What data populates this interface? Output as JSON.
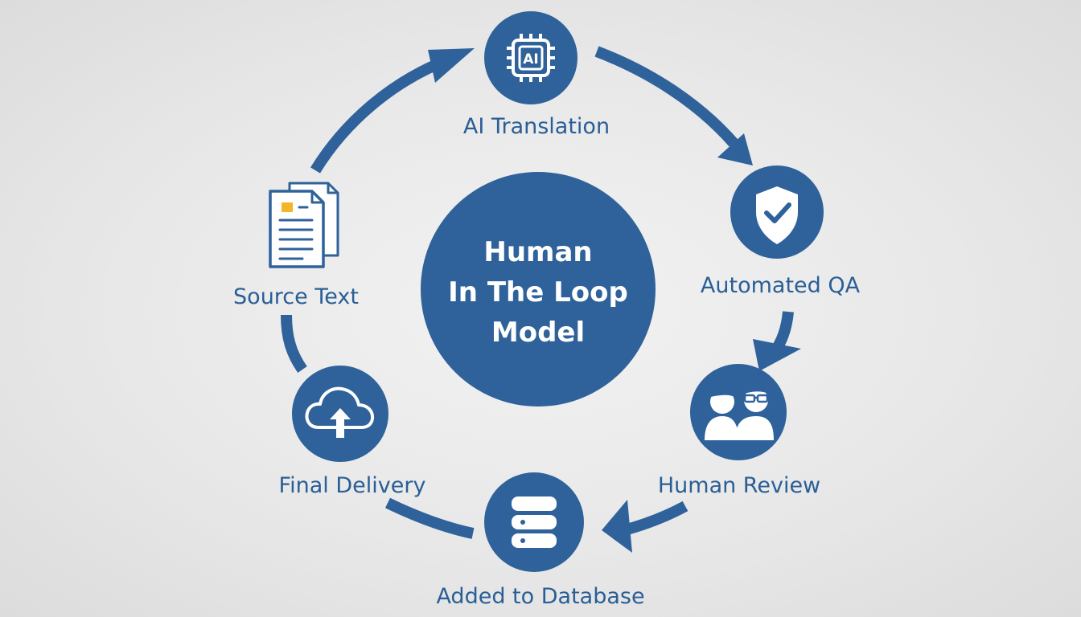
{
  "center": {
    "line1": "Human",
    "line2": "In The Loop",
    "line3": "Model"
  },
  "steps": [
    {
      "label": "AI Translation",
      "icon": "ai-chip-icon"
    },
    {
      "label": "Automated QA",
      "icon": "shield-check-icon"
    },
    {
      "label": "Human Review",
      "icon": "people-icon"
    },
    {
      "label": "Added to Database",
      "icon": "database-icon"
    },
    {
      "label": "Final Delivery",
      "icon": "cloud-upload-icon"
    },
    {
      "label": "Source Text",
      "icon": "documents-icon"
    }
  ],
  "chip_text": "AI",
  "colors": {
    "primary": "#2f629a",
    "label": "#2a5e96",
    "accent": "#f3b52a",
    "background": "#e8e8e8"
  }
}
